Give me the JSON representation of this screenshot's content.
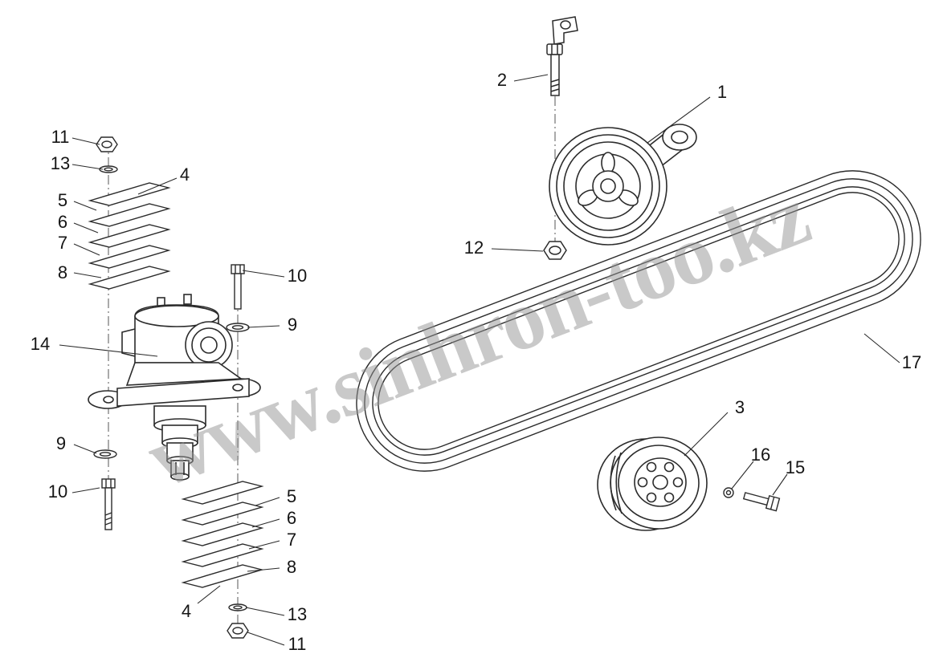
{
  "figure": {
    "watermark": "www.sinhron-too.kz",
    "background": "#ffffff",
    "line_color": "#2b2b2b"
  },
  "callouts": [
    {
      "label": "11"
    },
    {
      "label": "13"
    },
    {
      "label": "4"
    },
    {
      "label": "5"
    },
    {
      "label": "6"
    },
    {
      "label": "7"
    },
    {
      "label": "8"
    },
    {
      "label": "10"
    },
    {
      "label": "9"
    },
    {
      "label": "14"
    },
    {
      "label": "9"
    },
    {
      "label": "10"
    },
    {
      "label": "5"
    },
    {
      "label": "6"
    },
    {
      "label": "7"
    },
    {
      "label": "8"
    },
    {
      "label": "4"
    },
    {
      "label": "13"
    },
    {
      "label": "11"
    },
    {
      "label": "2"
    },
    {
      "label": "1"
    },
    {
      "label": "12"
    },
    {
      "label": "17"
    },
    {
      "label": "3"
    },
    {
      "label": "16"
    },
    {
      "label": "15"
    }
  ]
}
